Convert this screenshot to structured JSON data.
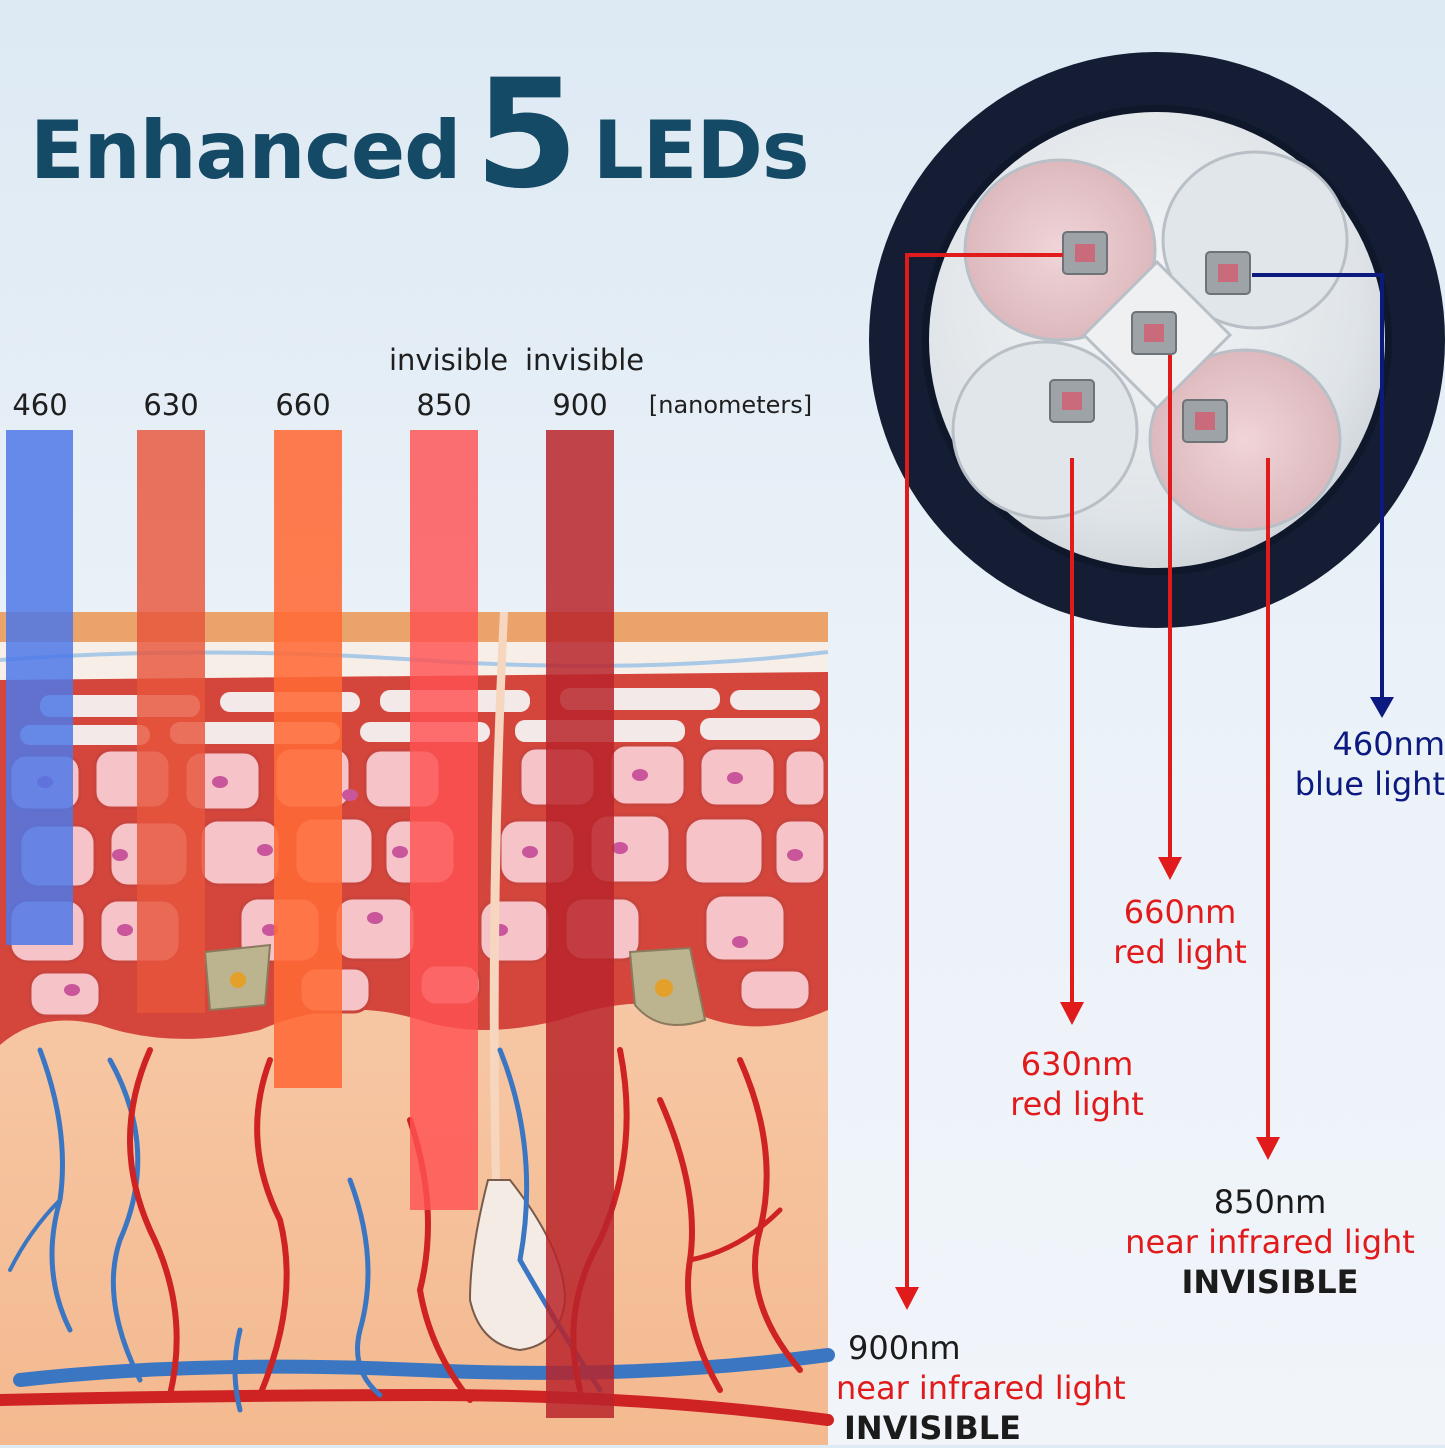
{
  "title": {
    "prefix": "Enhanced",
    "number": "5",
    "suffix": "LEDs"
  },
  "wavelength_unit": "[nanometers]",
  "bars": [
    {
      "value": "460",
      "note": "",
      "color": "#4e78e8",
      "depth": "shallow"
    },
    {
      "value": "630",
      "note": "",
      "color": "#e8553c",
      "depth": "medium"
    },
    {
      "value": "660",
      "note": "",
      "color": "#ff6a35",
      "depth": "medium-deep"
    },
    {
      "value": "850",
      "note": "invisible",
      "color": "#ff5252",
      "depth": "deep"
    },
    {
      "value": "900",
      "note": "invisible",
      "color": "#b8252a",
      "depth": "deepest"
    }
  ],
  "callouts": [
    {
      "wavelength": "460nm",
      "desc": "blue light",
      "extra": ""
    },
    {
      "wavelength": "660nm",
      "desc": "red light",
      "extra": ""
    },
    {
      "wavelength": "630nm",
      "desc": "red light",
      "extra": ""
    },
    {
      "wavelength": "850nm",
      "desc": "near infrared light",
      "extra": "INVISIBLE"
    },
    {
      "wavelength": "900nm",
      "desc": "near infrared light",
      "extra": "INVISIBLE"
    }
  ],
  "colors": {
    "title": "#144a66",
    "blue_line": "#0c1a80",
    "red_line": "#e11b1b",
    "ring": "#141d33"
  },
  "icons": [
    "led-head-icon",
    "skin-cross-section-icon",
    "arrow-down-icon"
  ]
}
